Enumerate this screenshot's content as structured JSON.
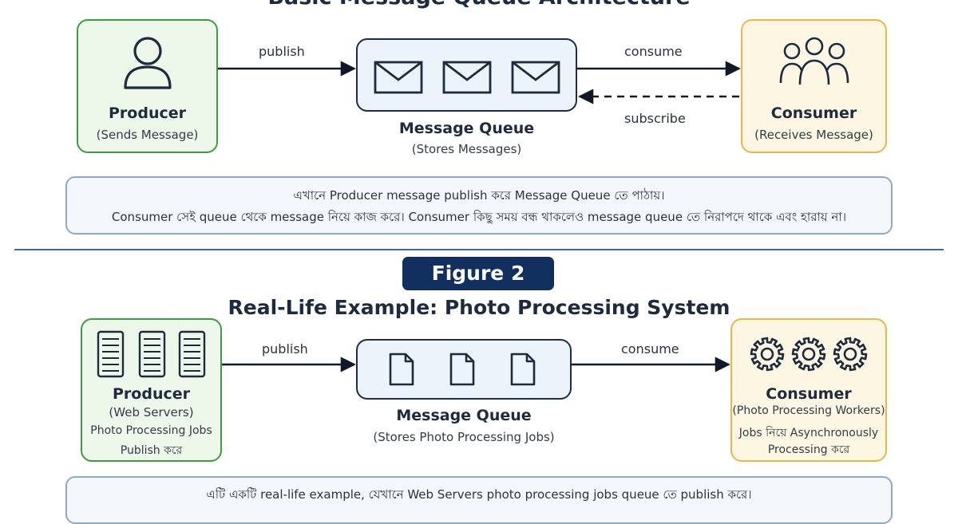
{
  "figure1": {
    "title": "Basic Message Queue Architecture",
    "producer": {
      "title": "Producer",
      "subtitle": "(Sends Message)",
      "icon": "person-icon"
    },
    "queue": {
      "title": "Message Queue",
      "subtitle": "(Stores Messages)",
      "icon": "envelope-icon",
      "item_count": 3
    },
    "consumer": {
      "title": "Consumer",
      "subtitle": "(Receives Message)",
      "icon": "people-group-icon"
    },
    "edges": {
      "publish": "publish",
      "consume": "consume",
      "subscribe": "subscribe"
    },
    "note": {
      "line1": "এখানে Producer message publish করে Message Queue তে পাঠায়।",
      "line2": "Consumer সেই queue থেকে message নিয়ে কাজ করে। Consumer কিছু সময় বন্ধ থাকলেও message queue তে নিরাপদে থাকে এবং হারায় না।"
    }
  },
  "figure2": {
    "badge": "Figure 2",
    "title": "Real-Life Example: Photo Processing System",
    "producer": {
      "title": "Producer",
      "subtitle": "(Web Servers)",
      "line3": "Photo Processing Jobs",
      "line4": "Publish করে",
      "icon": "server-rack-icon"
    },
    "queue": {
      "title": "Message Queue",
      "subtitle": "(Stores Photo Processing Jobs)",
      "icon": "document-icon"
    },
    "consumer": {
      "title": "Consumer",
      "subtitle": "(Photo Processing Workers)",
      "line3": "Jobs নিয়ে Asynchronously",
      "line4": "Processing করে",
      "icon": "gear-icon"
    },
    "edges": {
      "publish": "publish",
      "consume": "consume"
    },
    "note": {
      "line1": "এটি একটি real-life example, যেখানে Web Servers photo processing jobs queue তে publish করে।"
    }
  },
  "colors": {
    "producer_border": "#3f9a46",
    "consumer_border": "#e5b84a",
    "queue_border": "#1f2d42",
    "badge_bg": "#12305f",
    "divider": "#45678e"
  }
}
